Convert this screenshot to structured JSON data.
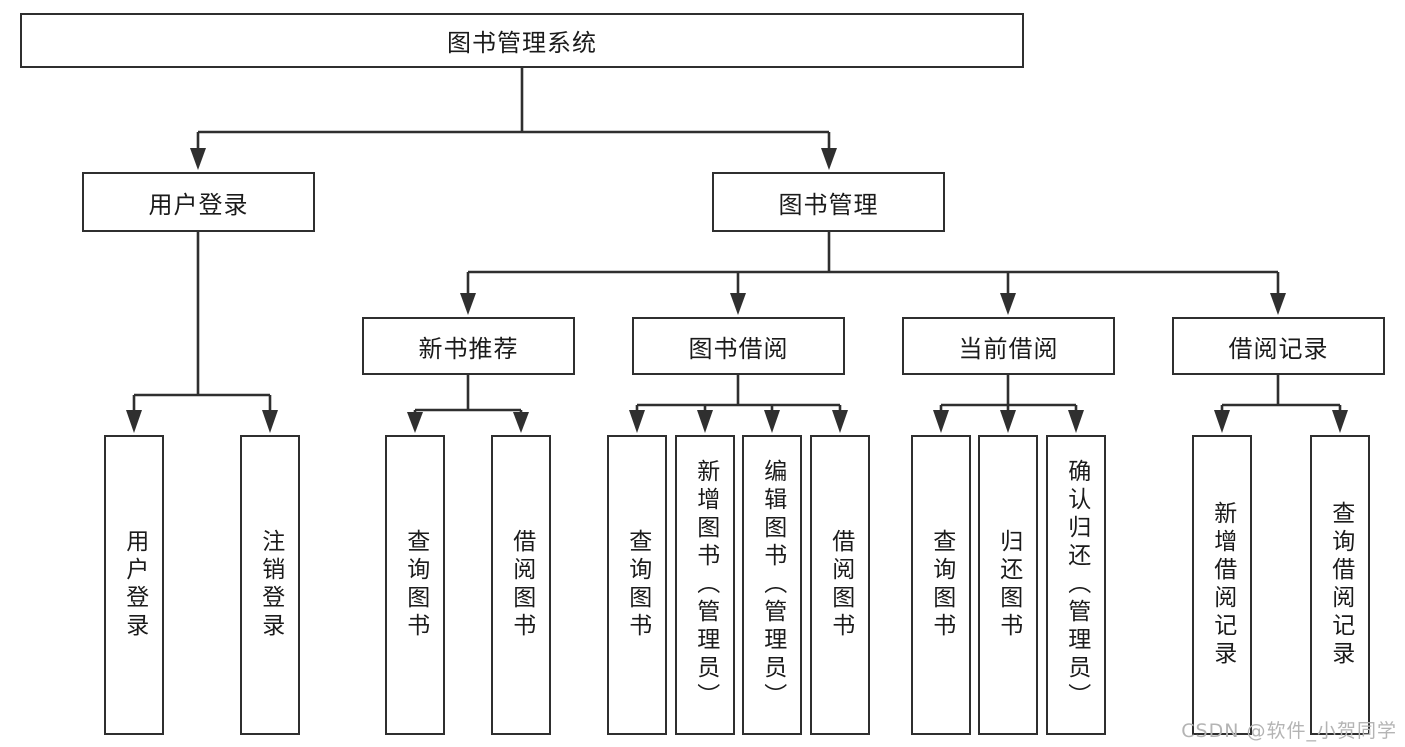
{
  "diagram": {
    "type": "tree",
    "title": "图书管理系统",
    "watermark": "CSDN @软件_小贺同学",
    "root": {
      "label": "图书管理系统"
    },
    "level2": [
      {
        "id": "user-login",
        "label": "用户登录"
      },
      {
        "id": "book-management",
        "label": "图书管理"
      }
    ],
    "level3": [
      {
        "id": "new-book-recommend",
        "label": "新书推荐",
        "parent": "book-management"
      },
      {
        "id": "book-borrow",
        "label": "图书借阅",
        "parent": "book-management"
      },
      {
        "id": "current-borrow",
        "label": "当前借阅",
        "parent": "book-management"
      },
      {
        "id": "borrow-record",
        "label": "借阅记录",
        "parent": "book-management"
      }
    ],
    "leaves": [
      {
        "id": "leaf-user-login",
        "label": "用户登录",
        "parent": "user-login"
      },
      {
        "id": "leaf-logout-login",
        "label": "注销登录",
        "parent": "user-login"
      },
      {
        "id": "leaf-query-book-1",
        "label": "查询图书",
        "parent": "new-book-recommend"
      },
      {
        "id": "leaf-borrow-book-1",
        "label": "借阅图书",
        "parent": "new-book-recommend"
      },
      {
        "id": "leaf-query-book-2",
        "label": "查询图书",
        "parent": "book-borrow"
      },
      {
        "id": "leaf-add-book",
        "label": "新增图书（管理员）",
        "parent": "book-borrow"
      },
      {
        "id": "leaf-edit-book",
        "label": "编辑图书（管理员）",
        "parent": "book-borrow"
      },
      {
        "id": "leaf-borrow-book-2",
        "label": "借阅图书",
        "parent": "book-borrow"
      },
      {
        "id": "leaf-query-book-3",
        "label": "查询图书",
        "parent": "current-borrow"
      },
      {
        "id": "leaf-return-book",
        "label": "归还图书",
        "parent": "current-borrow"
      },
      {
        "id": "leaf-confirm-return",
        "label": "确认归还（管理员）",
        "parent": "current-borrow"
      },
      {
        "id": "leaf-add-record",
        "label": "新增借阅记录",
        "parent": "borrow-record"
      },
      {
        "id": "leaf-query-record",
        "label": "查询借阅记录",
        "parent": "borrow-record"
      }
    ],
    "colors": {
      "stroke": "#2f2f2f",
      "background": "#ffffff",
      "text": "#1b1b1b",
      "watermark": "#b4b4b4"
    }
  }
}
